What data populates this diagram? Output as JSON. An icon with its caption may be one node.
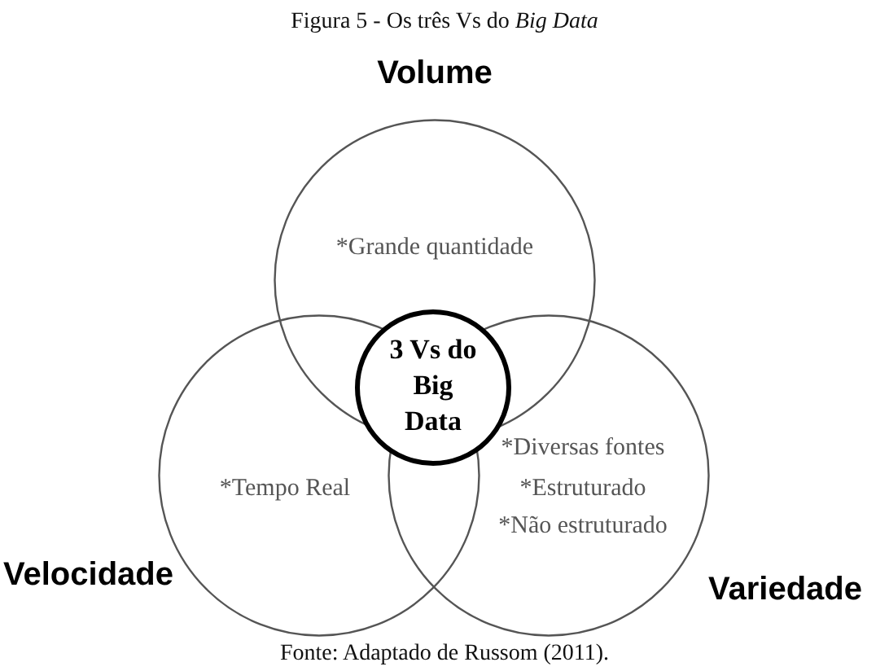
{
  "diagram": {
    "title": "Figura 5 - Os três Vs do *Big Data*",
    "nodes": [
      {
        "text": [
          "Volume",
          "*Grande quantidade"
        ]
      },
      {
        "text": [
          "3 Vs do Big Data"
        ]
      },
      {
        "text": [
          "Velocidade",
          "*Tempo Real"
        ]
      },
      {
        "text": [
          "Variedade",
          "*Diversas fontes",
          "*Estruturado",
          "*Não estruturado"
        ]
      }
    ],
    "caption": "Fonte: Adaptado de Russom (2011)."
  }
}
